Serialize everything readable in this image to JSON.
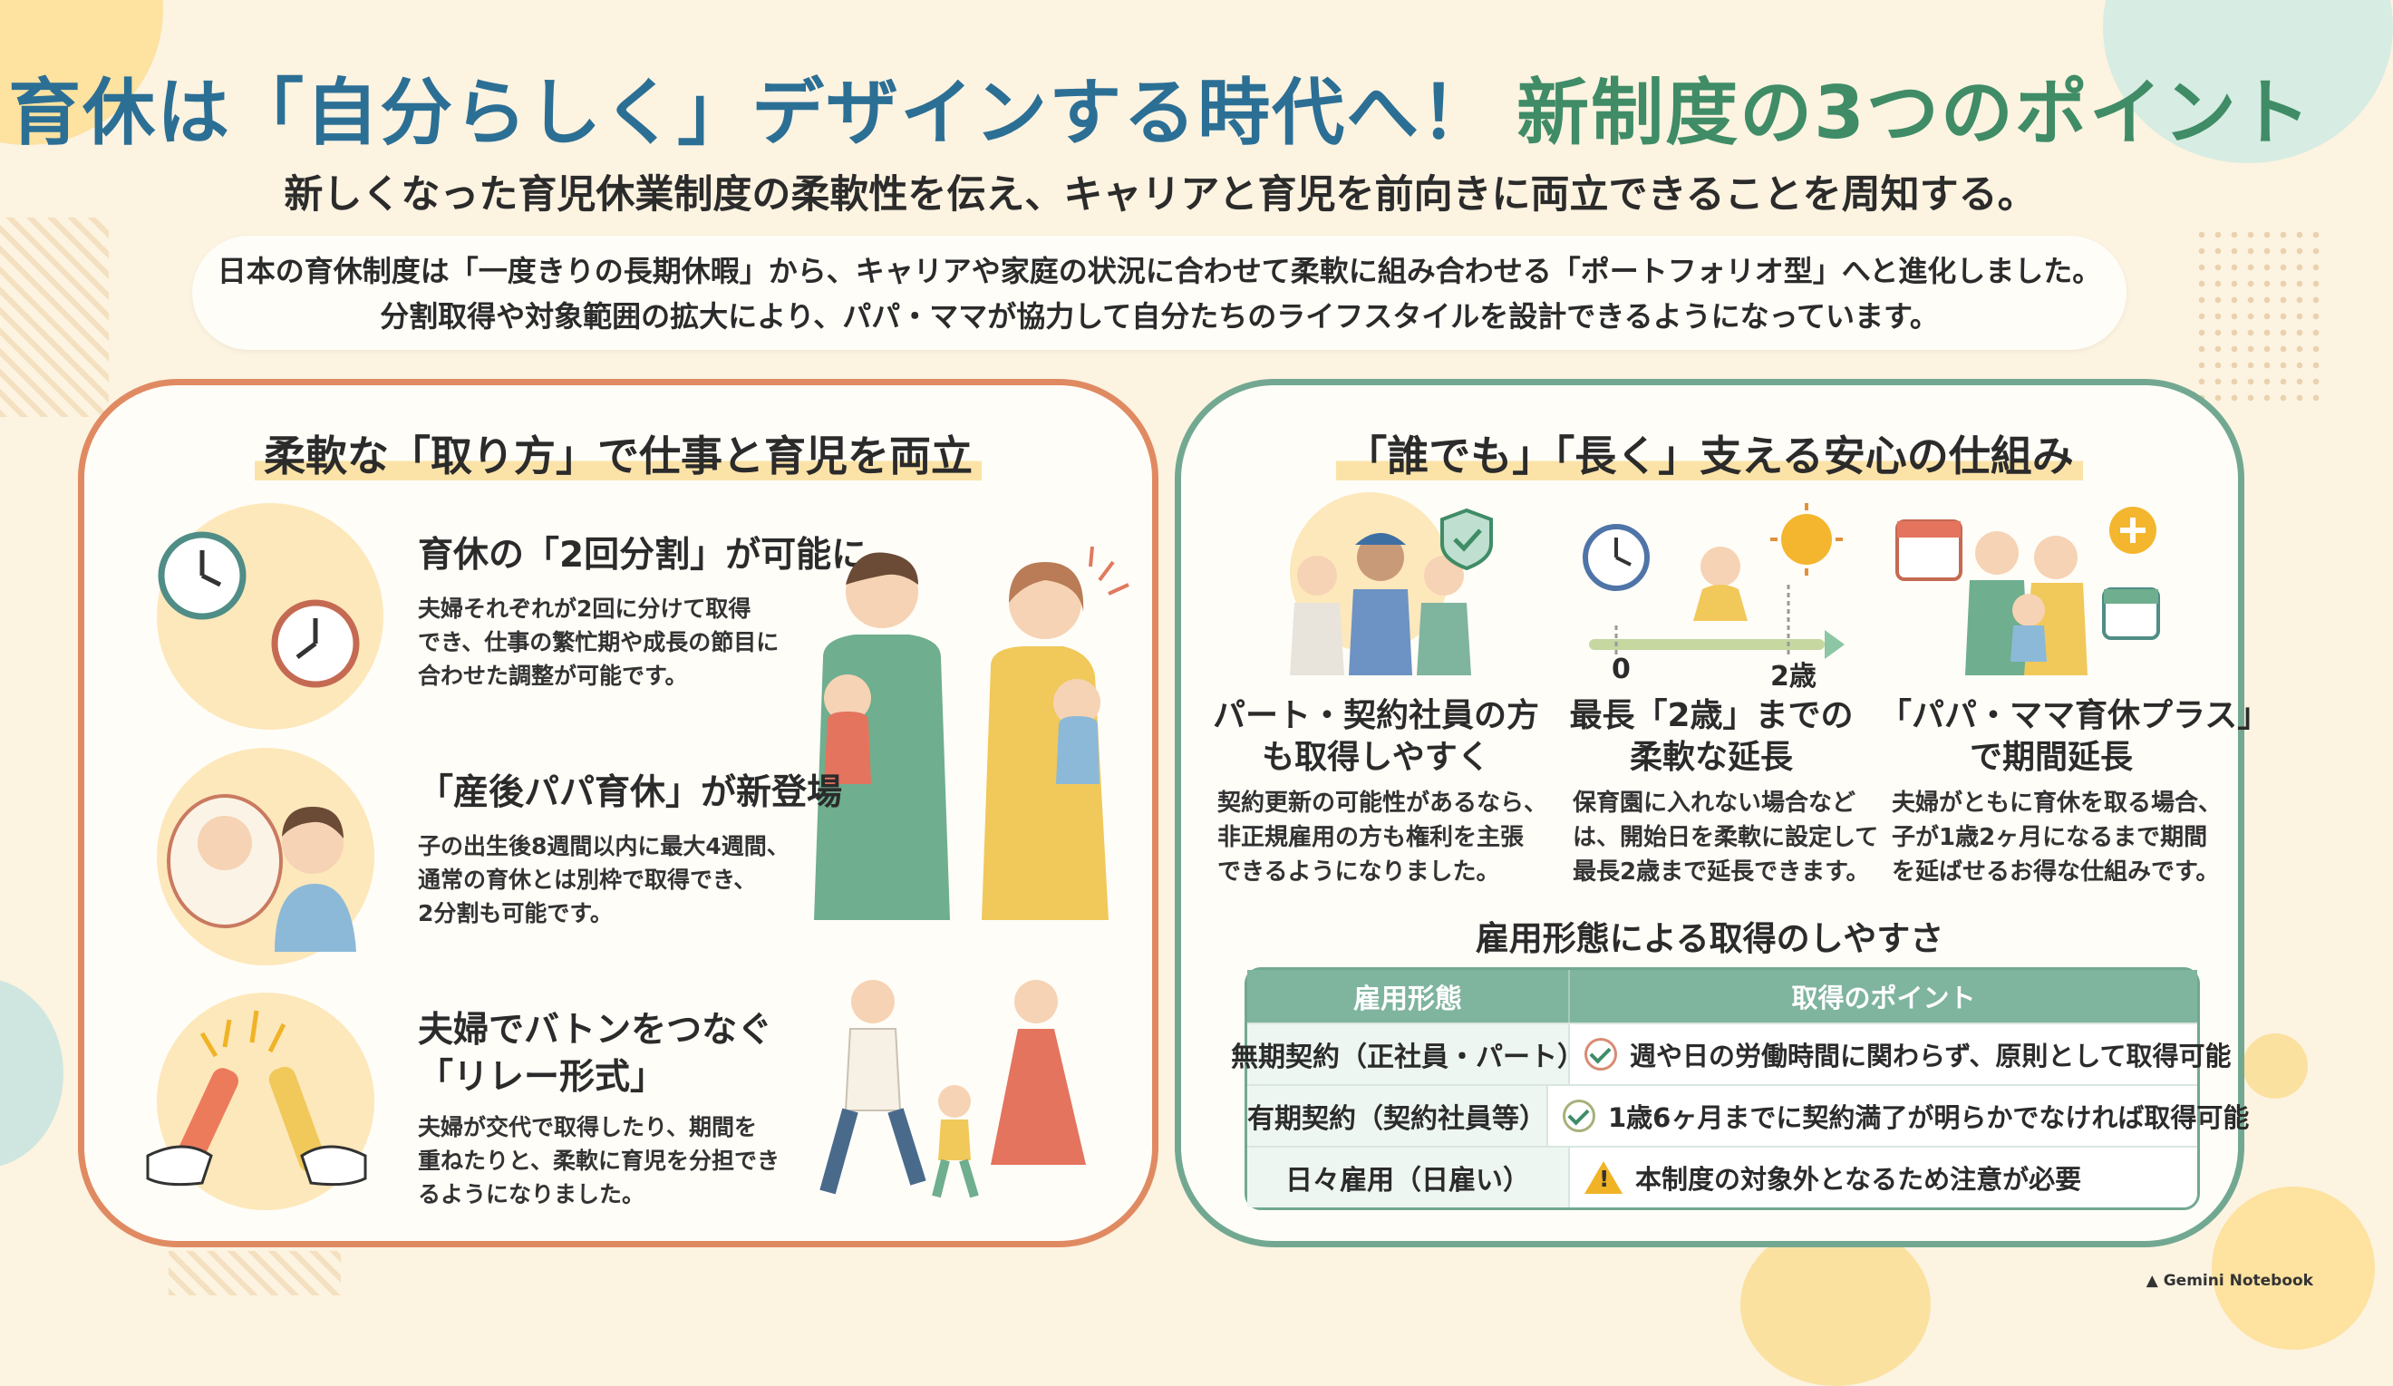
{
  "header": {
    "title_part1": "育休は「自分らしく」デザインする時代へ！",
    "title_part2": "新制度の3つのポイント",
    "subtitle": "新しくなった育児休業制度の柔軟性を伝え、キャリアと育児を前向きに両立できることを周知する。"
  },
  "intro": {
    "line1": "日本の育休制度は「一度きりの長期休暇」から、キャリアや家庭の状況に合わせて柔軟に組み合わせる「ポートフォリオ型」へと進化しました。",
    "line2": "分割取得や対象範囲の拡大により、パパ・ママが協力して自分たちのライフスタイルを設計できるようになっています。"
  },
  "left_panel": {
    "title": "柔軟な「取り方」で仕事と育児を両立",
    "features": [
      {
        "title": "育休の「2回分割」が可能に",
        "body": [
          "夫婦それぞれが2回に分けて取得",
          "でき、仕事の繁忙期や成長の節目に",
          "合わせた調整が可能です。"
        ],
        "icon": "clock-icon"
      },
      {
        "title": "「産後パパ育休」が新登場",
        "body": [
          "子の出生後8週間以内に最大4週間、",
          "通常の育休とは別枠で取得でき、",
          "2分割も可能です。"
        ],
        "icon": "father-baby-icon"
      },
      {
        "title_line1": "夫婦でバトンをつなぐ",
        "title_line2": "「リレー形式」",
        "body": [
          "夫婦が交代で取得したり、期間を",
          "重ねたりと、柔軟に育児を分担でき",
          "るようになりました。"
        ],
        "icon": "baton-icon"
      }
    ]
  },
  "right_panel": {
    "title": "「誰でも」「長く」支える安心の仕組み",
    "columns": [
      {
        "title_line1": "パート・契約社員の方",
        "title_line2": "も取得しやすく",
        "body": [
          "契約更新の可能性があるなら、",
          "非正規雇用の方も権利を主張",
          "できるようになりました。"
        ]
      },
      {
        "title_line1": "最長「2歳」までの",
        "title_line2": "柔軟な延長",
        "body": [
          "保育園に入れない場合など",
          "は、開始日を柔軟に設定して",
          "最長2歳まで延長できます。"
        ],
        "timeline_start": "0",
        "timeline_end": "2歳"
      },
      {
        "title_line1": "「パパ・ママ育休プラス」",
        "title_line2": "で期間延長",
        "body": [
          "夫婦がともに育休を取る場合、",
          "子が1歳2ヶ月になるまで期間",
          "を延ばせるお得な仕組みです。"
        ]
      }
    ],
    "table": {
      "title": "雇用形態による取得のしやすさ",
      "headers": [
        "雇用形態",
        "取得のポイント"
      ],
      "rows": [
        {
          "type": "無期契約（正社員・パート）",
          "point": "週や日の労働時間に関わらず、原則として取得可能",
          "icon": "check-icon"
        },
        {
          "type": "有期契約（契約社員等）",
          "point": "1歳6ヶ月までに契約満了が明らかでなければ取得可能",
          "icon": "check-icon"
        },
        {
          "type": "日々雇用（日雇い）",
          "point": "本制度の対象外となるため注意が必要",
          "icon": "warning-icon"
        }
      ]
    }
  },
  "footer": {
    "logo_text": "Gemini Notebook"
  },
  "colors": {
    "title_blue": "#2c6f95",
    "title_green": "#3f8c67",
    "left_border": "#e08a62",
    "right_border": "#72a892",
    "background": "#fcf3e1"
  }
}
